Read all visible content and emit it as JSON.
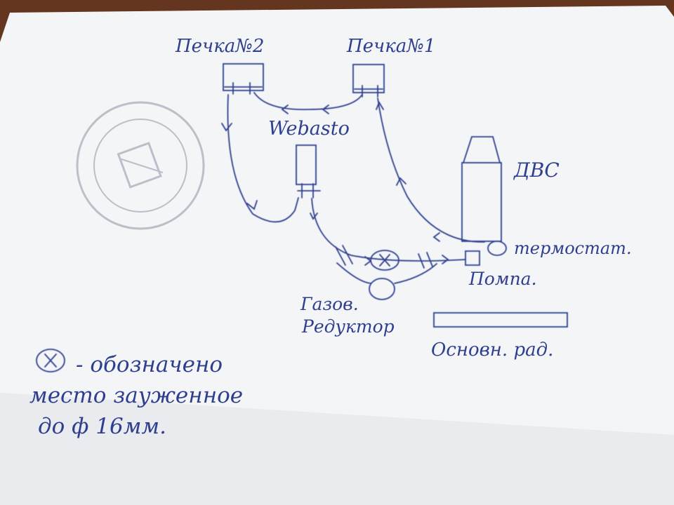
{
  "labels": {
    "heater2": "Печка№2",
    "heater1": "Печка№1",
    "webasto": "Webasto",
    "engine": "ДВС",
    "thermostat": "термостат.",
    "pump": "Помпа.",
    "gas_reducer_line1": "Газов.",
    "gas_reducer_line2": "Редуктор",
    "main_radiator": "Основн. рад."
  },
  "legend": {
    "symbol": "X",
    "line1": "- обозначено",
    "line2": "место зауженное",
    "line3": "до ф 16мм."
  },
  "colors": {
    "ink": "#2f3f8f",
    "paper": "#f4f5f7",
    "table": "#6b3a22",
    "stamp": "#8c93a6"
  }
}
